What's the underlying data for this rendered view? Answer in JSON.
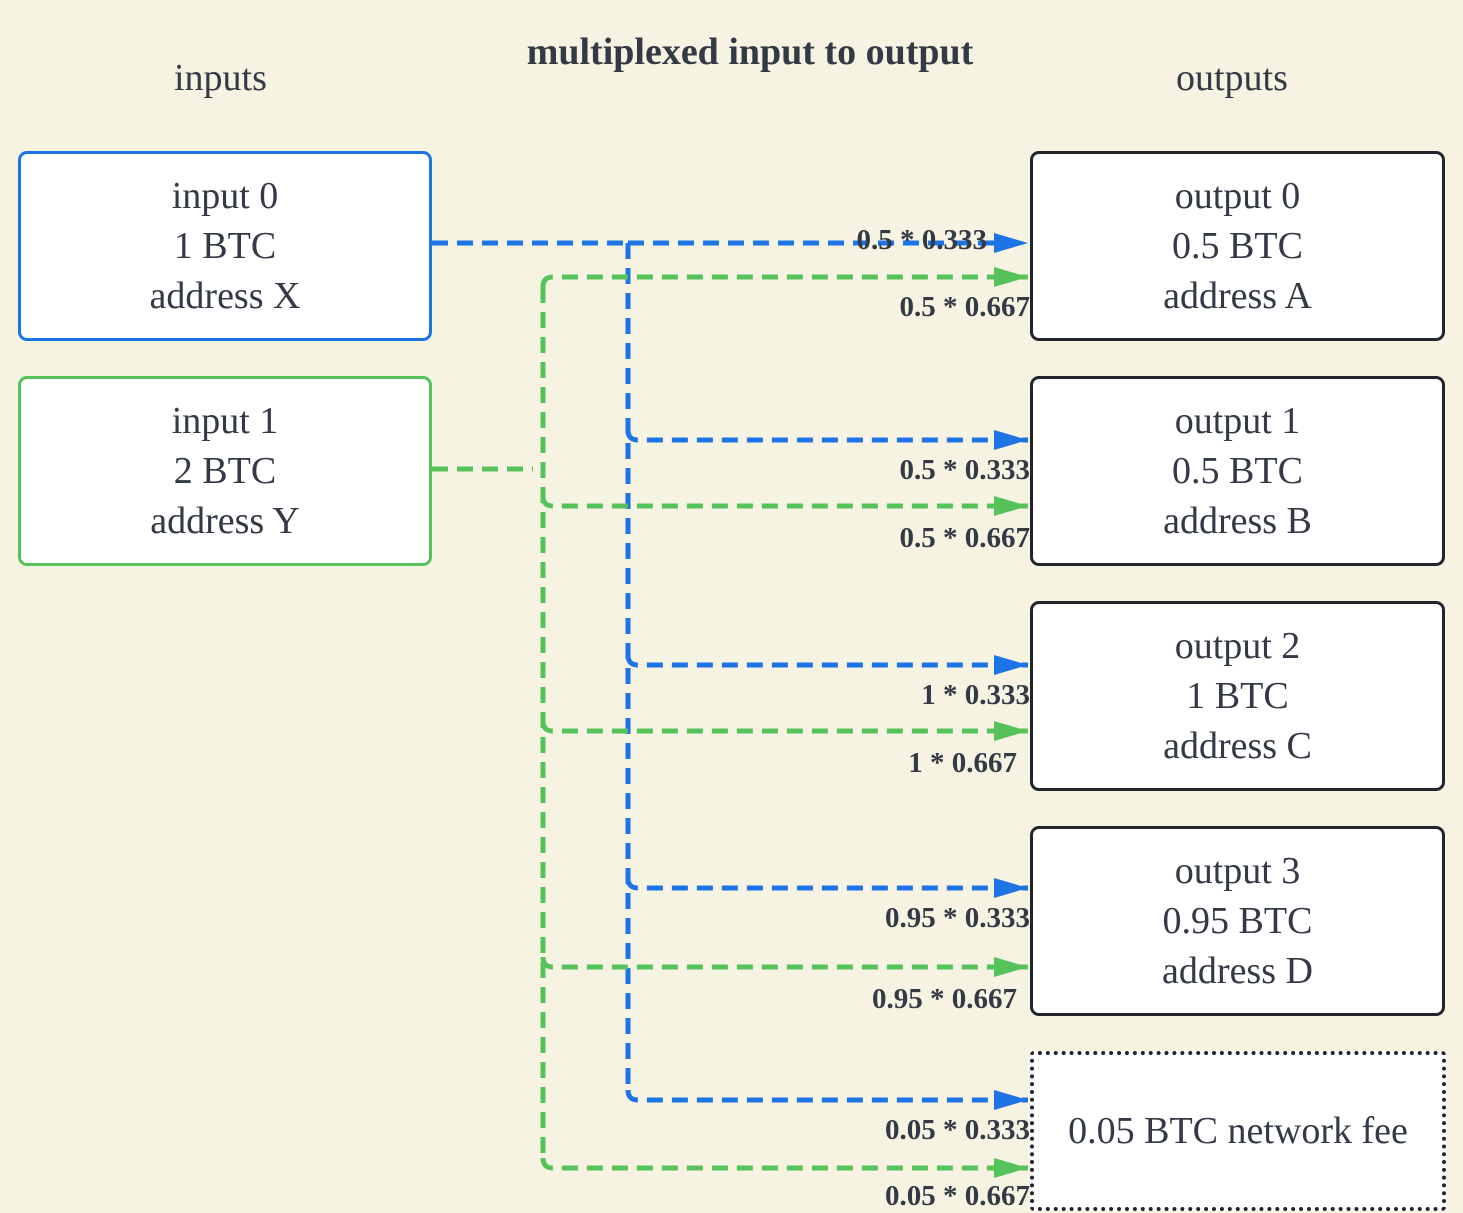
{
  "diagram": {
    "title": "multiplexed input to output",
    "inputs_heading": "inputs",
    "outputs_heading": "outputs",
    "colors": {
      "background": "#f7f3e3",
      "input0": "#1c74e6",
      "input1": "#55c25a",
      "output_border": "#22262c",
      "text": "#333a45"
    },
    "inputs": [
      {
        "name": "input 0",
        "amount": "1 BTC",
        "address": "address X"
      },
      {
        "name": "input 1",
        "amount": "2 BTC",
        "address": "address Y"
      }
    ],
    "outputs": [
      {
        "name": "output 0",
        "amount": "0.5 BTC",
        "address": "address A"
      },
      {
        "name": "output 1",
        "amount": "0.5 BTC",
        "address": "address B"
      },
      {
        "name": "output 2",
        "amount": "1 BTC",
        "address": "address C"
      },
      {
        "name": "output 3",
        "amount": "0.95 BTC",
        "address": "address D"
      }
    ],
    "fee": {
      "label": "0.05 BTC network fee"
    },
    "flows": [
      {
        "from": "input 0",
        "to": "output 0",
        "label": "0.5 * 0.333"
      },
      {
        "from": "input 1",
        "to": "output 0",
        "label": "0.5 * 0.667"
      },
      {
        "from": "input 0",
        "to": "output 1",
        "label": "0.5 * 0.333"
      },
      {
        "from": "input 1",
        "to": "output 1",
        "label": "0.5 * 0.667"
      },
      {
        "from": "input 0",
        "to": "output 2",
        "label": "1 * 0.333"
      },
      {
        "from": "input 1",
        "to": "output 2",
        "label": "1 * 0.667"
      },
      {
        "from": "input 0",
        "to": "output 3",
        "label": "0.95 * 0.333"
      },
      {
        "from": "input 1",
        "to": "output 3",
        "label": "0.95 * 0.667"
      },
      {
        "from": "input 0",
        "to": "network fee",
        "label": "0.05 * 0.333"
      },
      {
        "from": "input 1",
        "to": "network fee",
        "label": "0.05 * 0.667"
      }
    ]
  }
}
